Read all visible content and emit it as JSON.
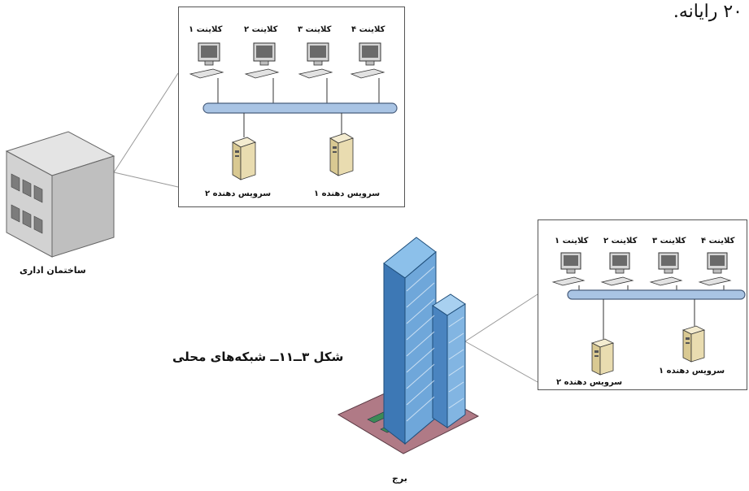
{
  "header_text": "۲۰ رایانه.",
  "office_building": {
    "label": "ساختمان اداری",
    "clients": [
      "کلاینت ۱",
      "کلاینت ۲",
      "کلاینت ۳",
      "کلاینت ۴"
    ],
    "servers": [
      "سرویس دهنده ۲",
      "سرویس دهنده ۱"
    ]
  },
  "tower": {
    "label": "برج",
    "clients": [
      "کلاینت ۱",
      "کلاینت ۲",
      "کلاینت ۳",
      "کلاینت ۴"
    ],
    "servers": [
      "سرویس دهنده ۲",
      "سرویس دهنده ۱"
    ]
  },
  "figure_caption": "شکل ۳ــ۱۱ــ شبکه‌های محلی",
  "colors": {
    "bus": "#a9c4e4",
    "bus_border": "#4a5f7e",
    "server": "#e9dcb0",
    "building": "#cfcfcf",
    "tower_glass": "#4f88c6"
  }
}
